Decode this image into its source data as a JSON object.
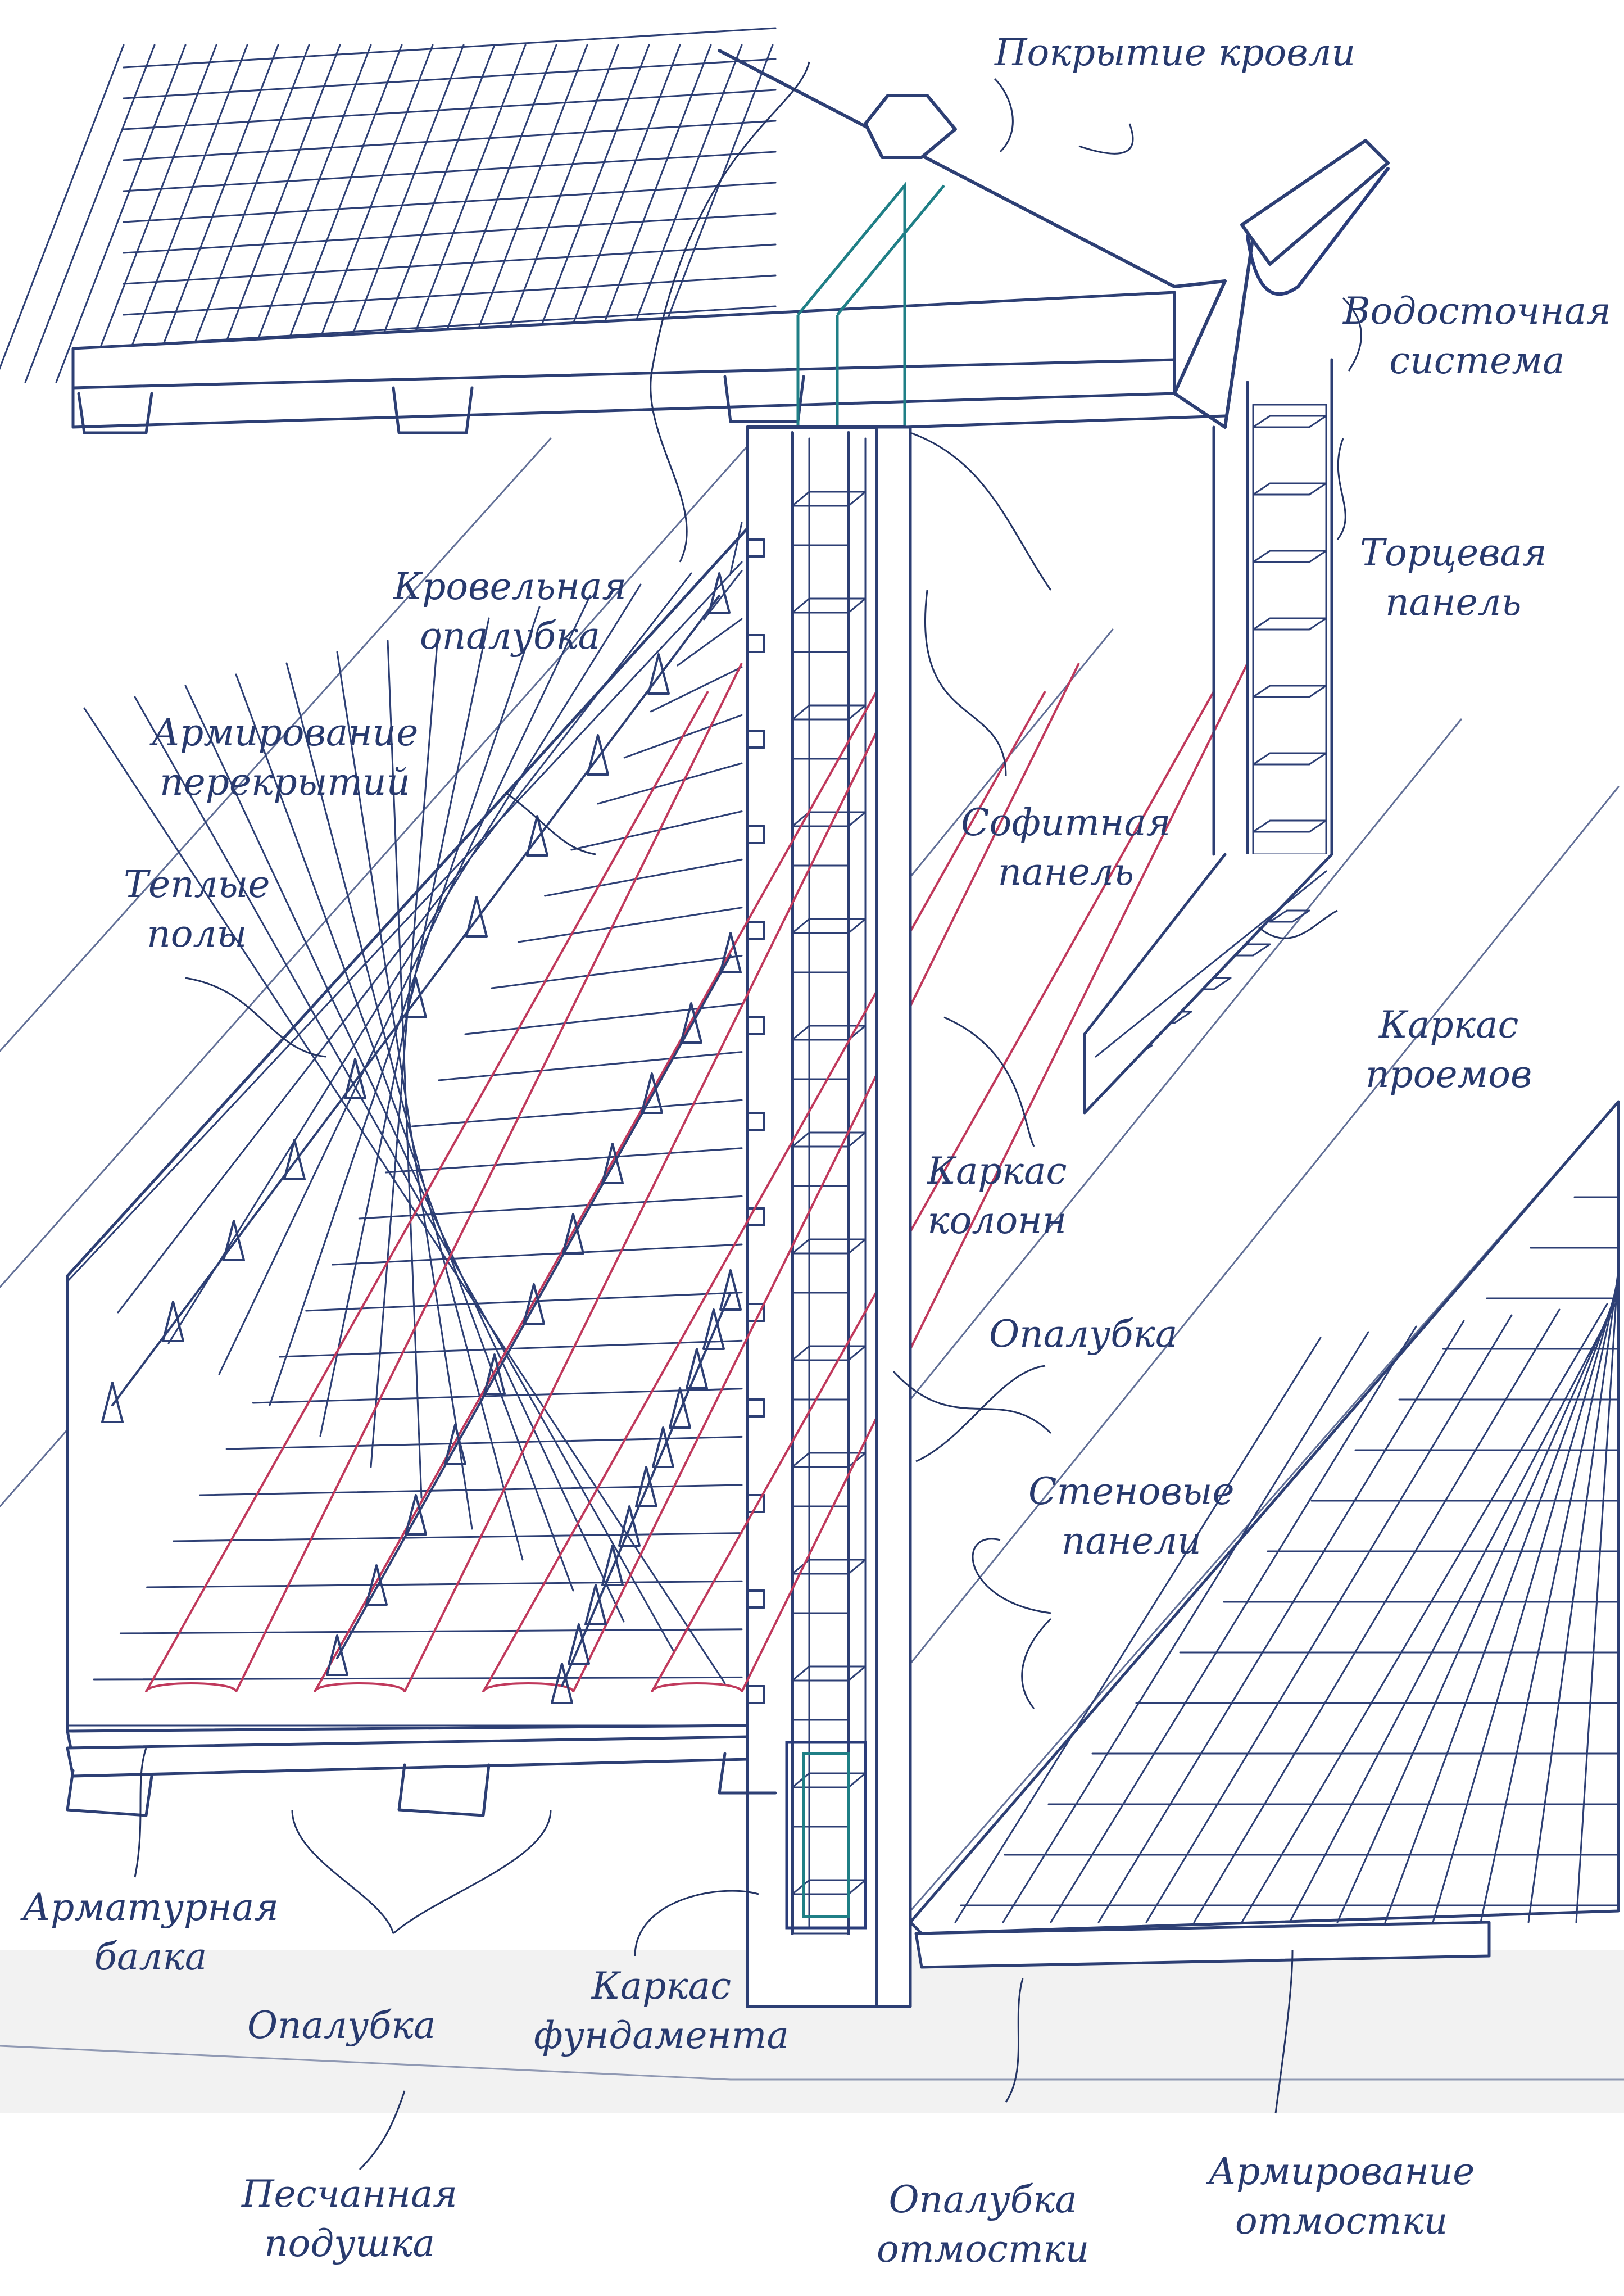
{
  "labels": {
    "roof_covering": "Покрытие кровли",
    "gutter_system": [
      "Водосточная",
      "система"
    ],
    "end_panel": [
      "Торцевая",
      "панель"
    ],
    "roof_formwork": [
      "Кровельная",
      "опалубка"
    ],
    "slab_reinforcement": [
      "Армирование",
      "перекрытий"
    ],
    "warm_floors": [
      "Теплые",
      "полы"
    ],
    "soffit_panel": [
      "Софитная",
      "панель"
    ],
    "opening_frame": [
      "Каркас",
      "проемов"
    ],
    "column_frame": [
      "Каркас",
      "колонн"
    ],
    "formwork_wall": "Опалубка",
    "wall_panels": [
      "Стеновые",
      "панели"
    ],
    "rebar_beam": [
      "Арматурная",
      "балка"
    ],
    "formwork_floor": "Опалубка",
    "foundation_frame": [
      "Каркас",
      "фундамента"
    ],
    "sand_cushion": [
      "Песчанная",
      "подушка"
    ],
    "blind_area_formwork": [
      "Опалубка",
      "отмостки"
    ],
    "blind_area_reinforcement": [
      "Армирование",
      "отмостки"
    ]
  },
  "colors": {
    "ink": "#2d3f74",
    "label": "#283a6e",
    "heating_pipe": "#c0395c",
    "teal_rebar": "#1f7f86",
    "ground": "#e9e9e9"
  }
}
